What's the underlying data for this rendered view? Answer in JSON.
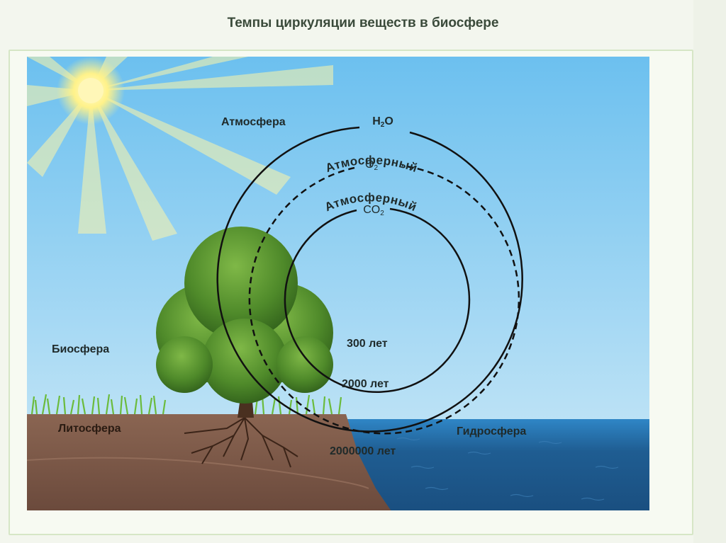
{
  "title": "Темпы циркуляции веществ в биосфере",
  "labels": {
    "atmosphere": "Атмосфера",
    "biosphere": "Биосфера",
    "lithosphere": "Литосфера",
    "hydrosphere": "Гидросфера"
  },
  "cycles": [
    {
      "substance_main": "H",
      "substance_sub": "2",
      "substance_tail": "O",
      "period": "2000000 лет",
      "style": "solid"
    },
    {
      "prefix": "Атмосферный",
      "substance_main": "O",
      "substance_sub": "2",
      "period": "2000 лет",
      "style": "dashed"
    },
    {
      "prefix": "Атмосферный",
      "substance_main": "CO",
      "substance_sub": "2",
      "period": "300 лет",
      "style": "solid"
    }
  ],
  "colors": {
    "sky_top": "#6cc0ef",
    "sky_bottom": "#cce9f6",
    "sea": "#1f5d92",
    "soil": "#7a5545",
    "foliage": "#4f8a2a",
    "ring": "#111111"
  },
  "icons": [
    "sun-icon",
    "tree-icon",
    "grass-icon",
    "roots-icon"
  ]
}
